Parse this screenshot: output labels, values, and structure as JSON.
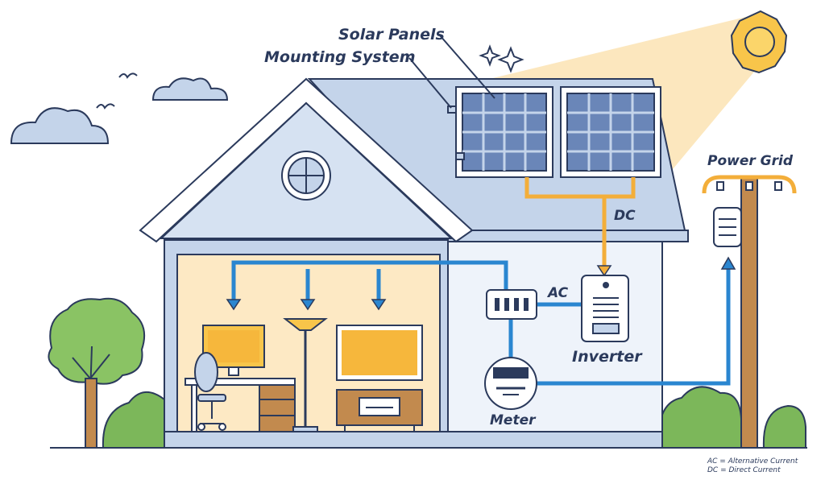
{
  "labels": {
    "solar_panels": "Solar Panels",
    "mounting_system": "Mounting System",
    "dc": "DC",
    "ac": "AC",
    "inverter": "Inverter",
    "meter": "Meter",
    "power_grid": "Power Grid"
  },
  "legend": {
    "ac": "AC = Alternative Current",
    "dc": "DC = Direct Current"
  },
  "colors": {
    "outline": "#2b3a5c",
    "wall": "#eef3fa",
    "roof": "#c4d4ea",
    "interior_light": "#fde9c4",
    "wire_ac": "#2a86d0",
    "wire_dc": "#f3ae3a",
    "sun": "#f8c54a",
    "tree": "#7cb75a",
    "wood": "#c28a4e"
  }
}
